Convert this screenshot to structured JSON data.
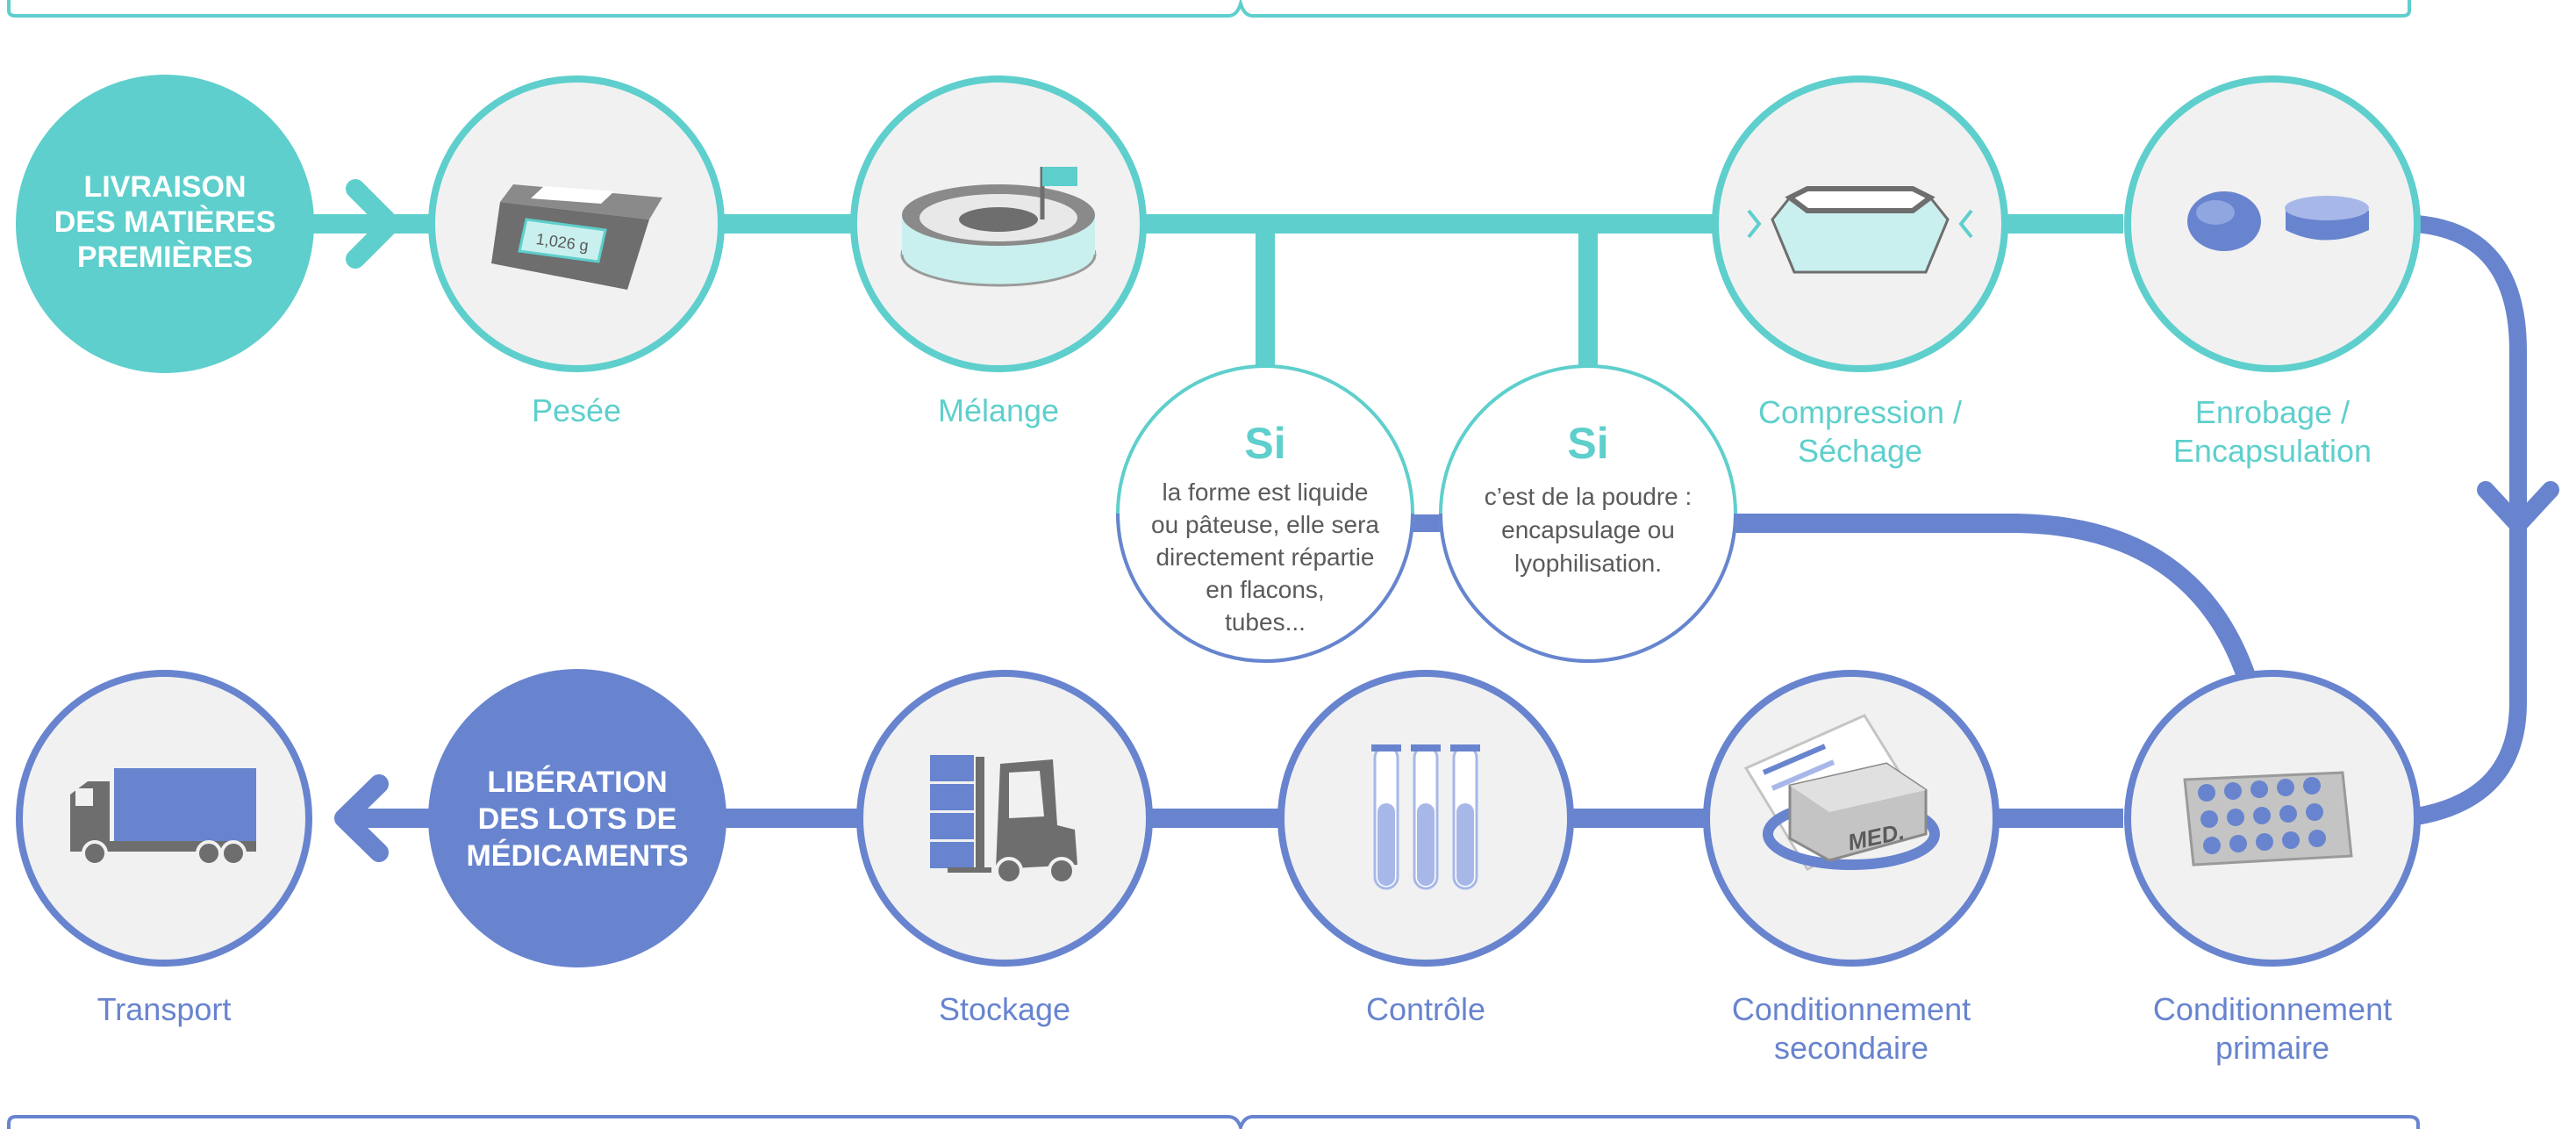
{
  "colors": {
    "teal": "#5ECFCC",
    "blue": "#6884CF",
    "circle_fill": "#F1F1F1",
    "dark_grey": "#6E6E6E"
  },
  "hubs": {
    "start": [
      "LIVRAISON",
      "DES MATIÈRES",
      "PREMIÈRES"
    ],
    "end": [
      "LIBÉRATION",
      "DES LOTS DE",
      "MÉDICAMENTS"
    ]
  },
  "steps": {
    "pesee": [
      "Pesée"
    ],
    "melange": [
      "Mélange"
    ],
    "compression": [
      "Compression /",
      "Séchage"
    ],
    "enrobage": [
      "Enrobage /",
      "Encapsulation"
    ],
    "cond_primaire": [
      "Conditionnement",
      "primaire"
    ],
    "cond_secondaire": [
      "Conditionnement",
      "secondaire"
    ],
    "controle": [
      "Contrôle"
    ],
    "stockage": [
      "Stockage"
    ],
    "transport": [
      "Transport"
    ]
  },
  "branches": {
    "liquide": {
      "title": "Si",
      "lines": [
        "la forme est liquide",
        "ou pâteuse, elle sera",
        "directement répartie",
        "en flacons,",
        "tubes..."
      ]
    },
    "poudre": {
      "title": "Si",
      "lines": [
        "c’est de la poudre :",
        "encapsulage ou",
        "lyophilisation."
      ]
    }
  },
  "icons": {
    "scale_display": "1,026 g",
    "pack_label": "MED."
  },
  "icon_names": {
    "pesee": "scale-icon",
    "melange": "mixer-icon",
    "compression": "compression-mold-icon",
    "enrobage": "capsules-icon",
    "cond_primaire": "blister-pack-icon",
    "cond_secondaire": "medicine-box-icon",
    "controle": "test-tubes-icon",
    "stockage": "forklift-icon",
    "transport": "truck-icon"
  }
}
